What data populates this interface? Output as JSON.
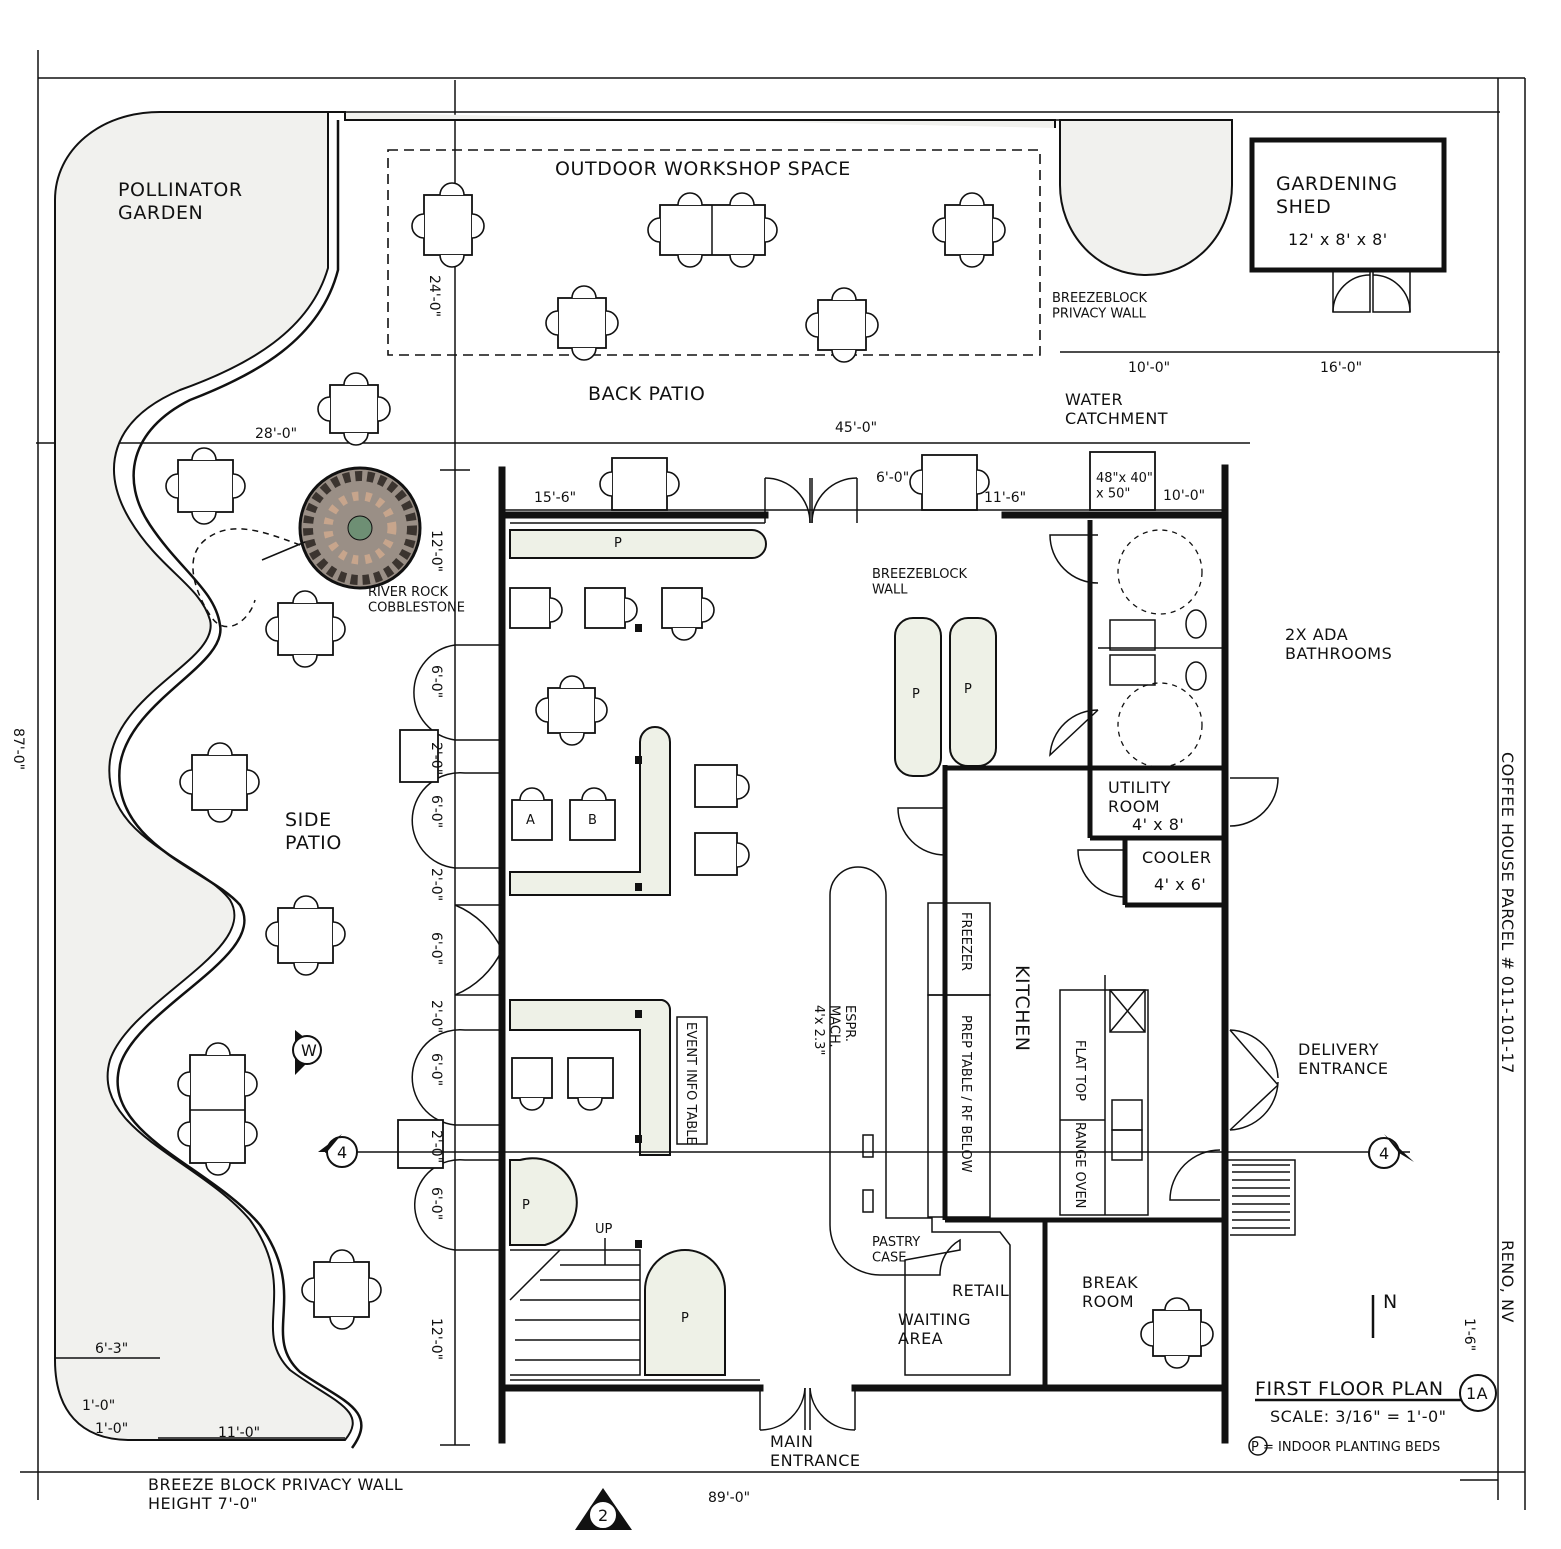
{
  "site": {
    "pollinator_garden": "POLLINATOR\nGARDEN",
    "outdoor_workshop": "OUTDOOR WORKSHOP SPACE",
    "back_patio": "BACK PATIO",
    "side_patio": "SIDE\nPATIO",
    "gardening_shed": "GARDENING\nSHED",
    "shed_size": "12' x 8' x 8'",
    "breezeblock_privacy_wall": "BREEZEBLOCK\nPRIVACY WALL",
    "water_catchment": "WATER\nCATCHMENT",
    "water_catchment_size": "48\"x 40\"\nx 50\"",
    "river_rock": "RIVER ROCK\nCOBBLESTONE",
    "breeze_block_wall_note": "BREEZE BLOCK PRIVACY WALL\nHEIGHT 7'-0\"",
    "compass": "N",
    "section_marker": "4",
    "elevation_marker": "2",
    "label_w": "W"
  },
  "interior": {
    "breezeblock_wall": "BREEZEBLOCK\nWALL",
    "ada_bathrooms": "2X ADA\nBATHROOMS",
    "utility_room": "UTILITY\nROOM",
    "utility_size": "4' x 8'",
    "cooler": "COOLER",
    "cooler_size": "4' x 6'",
    "freezer": "FREEZER",
    "prep_table": "PREP TABLE / RF BELOW",
    "kitchen": "KITCHEN",
    "flat_top": "FLAT TOP",
    "range_oven": "RANGE OVEN",
    "espresso": "ESPR.\nMACH.\n4'x 2.3\"",
    "event_info": "EVENT INFO TABLE",
    "pastry_case": "PASTRY\nCASE",
    "retail": "RETAIL",
    "waiting_area": "WAITING\nAREA",
    "break_room": "BREAK\nROOM",
    "main_entrance": "MAIN\nENTRANCE",
    "delivery_entrance": "DELIVERY\nENTRANCE",
    "up": "UP",
    "planting_bed_mark": "P",
    "booth_a": "A",
    "booth_b": "B"
  },
  "title_block": {
    "title": "FIRST FLOOR PLAN",
    "sheet": "1A",
    "scale": "SCALE: 3/16\" = 1'-0\"",
    "legend": "P = INDOOR PLANTING BEDS",
    "vertical_title": "COFFEE HOUSE   PARCEL # 011-101-17",
    "location": "RENO, NV"
  },
  "dimensions": {
    "workshop_depth": "24'-0\"",
    "patio_28": "28'-0\"",
    "building_45": "45'-0\"",
    "shed_10": "10'-0\"",
    "shed_16": "16'-0\"",
    "facade_15_6": "15'-6\"",
    "door_6": "6'-0\"",
    "facade_11_6": "11'-6\"",
    "right_10": "10'-0\"",
    "side_12_top": "12'-0\"",
    "side_6_a": "6'-0\"",
    "side_2_a": "2'-0\"",
    "side_6_b": "6'-0\"",
    "side_2_b": "2'-0\"",
    "side_6_c": "6'-0\"",
    "side_2_c": "2'-0\"",
    "side_6_d": "6'-0\"",
    "side_2_d": "2'-0\"",
    "side_6_e": "6'-0\"",
    "side_12_bot": "12'-0\"",
    "overall_87": "87'-0\"",
    "overall_89": "89'-0\"",
    "bl_6_3": "6'-3\"",
    "bl_1_a": "1'-0\"",
    "bl_1_b": "1'-0\"",
    "bl_11": "11'-0\"",
    "right_1_6": "1'-6\""
  }
}
